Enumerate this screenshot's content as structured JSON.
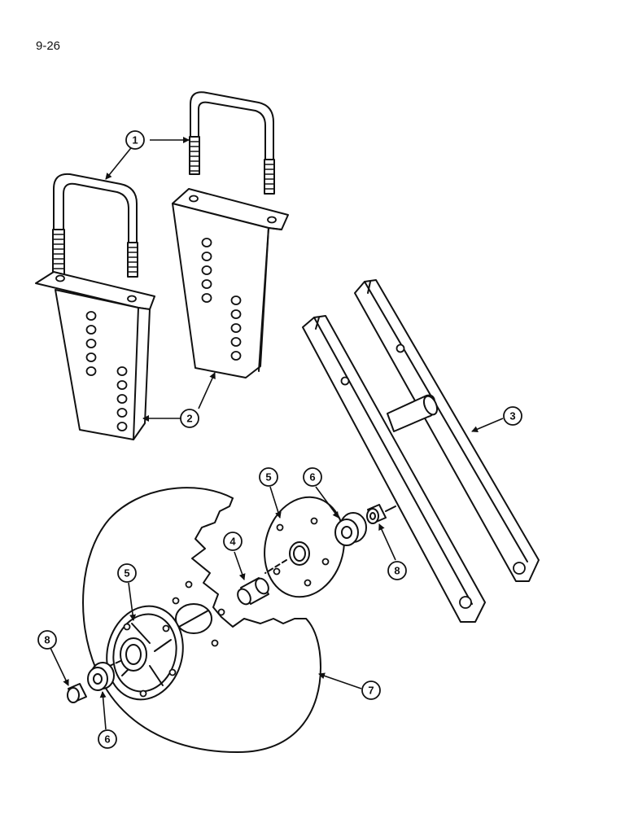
{
  "page": {
    "number": "9-26"
  },
  "callouts": [
    {
      "id": "c1",
      "label": "1"
    },
    {
      "id": "c2",
      "label": "2"
    },
    {
      "id": "c3",
      "label": "3"
    },
    {
      "id": "c4",
      "label": "4"
    },
    {
      "id": "c5a",
      "label": "5"
    },
    {
      "id": "c5b",
      "label": "5"
    },
    {
      "id": "c6a",
      "label": "6"
    },
    {
      "id": "c6b",
      "label": "6"
    },
    {
      "id": "c7",
      "label": "7"
    },
    {
      "id": "c8a",
      "label": "8"
    },
    {
      "id": "c8b",
      "label": "8"
    }
  ]
}
